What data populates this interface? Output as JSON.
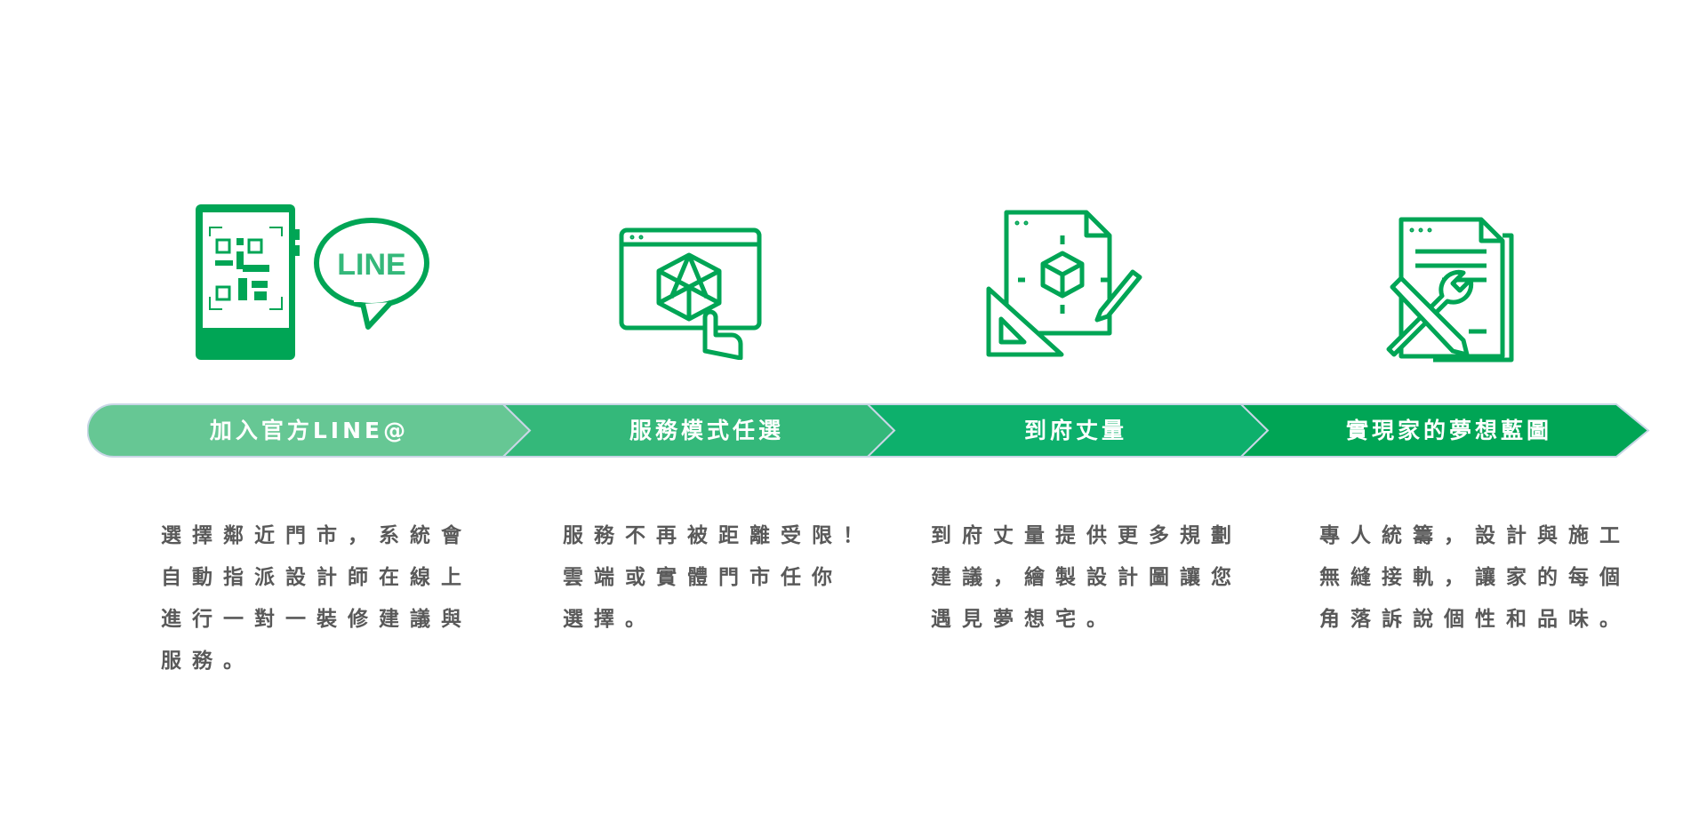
{
  "colors": {
    "step1": "#66c794",
    "step2": "#34b87a",
    "step3": "#0db06c",
    "step4": "#00a555",
    "text": "#595959"
  },
  "icons": {
    "logo_text": "LINE"
  },
  "steps": [
    {
      "label": "加入官方LINE@",
      "icon": "phone-qr-line-icon",
      "lines": [
        "選擇鄰近門市，系統會",
        "自動指派設計師在線上",
        "進行一對一裝修建議與",
        "服務。"
      ]
    },
    {
      "label": "服務模式任選",
      "icon": "tablet-3d-touch-icon",
      "lines": [
        "服務不再被距離受限！",
        "雲端或實體門市任你",
        "選擇。"
      ]
    },
    {
      "label": "到府丈量",
      "icon": "blueprint-measure-icon",
      "lines": [
        "到府丈量提供更多規劃",
        "建議，繪製設計圖讓您",
        "遇見夢想宅。"
      ]
    },
    {
      "label": "實現家的夢想藍圖",
      "icon": "document-tools-icon",
      "lines": [
        "專人統籌，設計與施工",
        "無縫接軌，讓家的每個",
        "角落訴說個性和品味。"
      ]
    }
  ]
}
